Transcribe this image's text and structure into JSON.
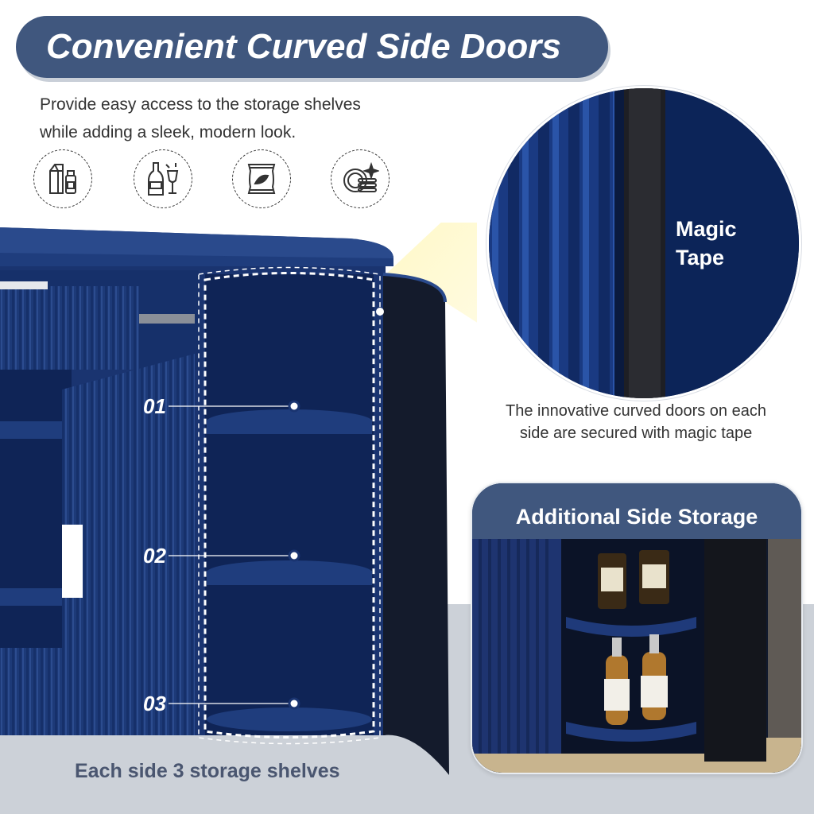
{
  "header": {
    "title": "Convenient Curved Side Doors",
    "subtitle_line1": "Provide easy access to the storage shelves",
    "subtitle_line2": "while adding a sleek, modern look."
  },
  "icons": [
    "milk-carton-bottle-icon",
    "wine-bottle-glass-icon",
    "snack-bag-icon",
    "plate-stack-icon"
  ],
  "shelves": {
    "labels": [
      "01",
      "02",
      "03"
    ],
    "caption": "Each side 3 storage shelves"
  },
  "zoom": {
    "label_line1": "Magic",
    "label_line2": "Tape",
    "caption_line1": "The innovative curved doors on each",
    "caption_line2": "side are secured with magic tape"
  },
  "side_storage": {
    "title": "Additional Side Storage"
  },
  "colors": {
    "accent": "#40577e",
    "cabinet": "#1d3a78",
    "floor": "#ccd1d8"
  }
}
